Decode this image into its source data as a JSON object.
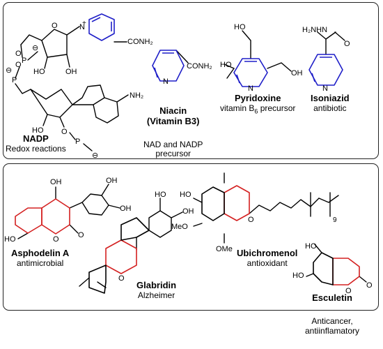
{
  "top_panel": {
    "compounds": [
      {
        "name": "NADP",
        "desc": "Redox reactions"
      },
      {
        "name": "Niacin\n(Vitamin B3)",
        "desc": "NAD and NADP\nprecursor"
      },
      {
        "name": "Pyridoxine",
        "desc_prefix": "vitamin B",
        "desc_sub": "6",
        "desc_suffix": " precursor"
      },
      {
        "name": "Isoniazid",
        "desc": "antibiotic"
      }
    ],
    "atoms": {
      "conh2": "CONH₂",
      "h2nhn": "H₂NHN",
      "o": "O",
      "n": "N",
      "p": "P",
      "ho": "HO",
      "oh": "OH",
      "nh2": "NH₂",
      "minus": "⊖",
      "plus": "+",
      "n_plus": "N"
    }
  },
  "bottom_panel": {
    "compounds": [
      {
        "name": "Asphodelin A",
        "desc": "antimicrobial"
      },
      {
        "name": "Glabridin",
        "desc": "Alzheimer"
      },
      {
        "name": "Ubichromenol",
        "desc": "antioxidant"
      },
      {
        "name": "Esculetin",
        "desc": "Anticancer,\nantiinflamatory"
      }
    ],
    "atoms": {
      "oh": "OH",
      "ho": "HO",
      "o": "O",
      "meo": "MeO",
      "ome": "OMe",
      "sub9": "9"
    }
  },
  "colors": {
    "pyridine_ring": "#1f1fc8",
    "chromene_ring": "#d42020",
    "bond": "#000000",
    "border": "#222222"
  }
}
